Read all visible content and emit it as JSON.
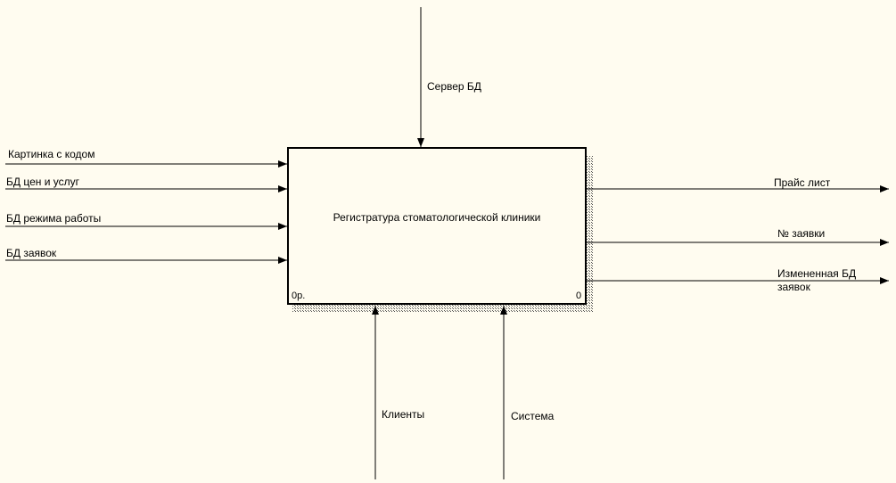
{
  "diagram": {
    "box": {
      "title": "Регистратура стоматологической клиники",
      "node_label": "0р.",
      "number": "0"
    },
    "inputs": [
      {
        "label": "Картинка с кодом"
      },
      {
        "label": "БД цен и услуг"
      },
      {
        "label": "БД режима работы"
      },
      {
        "label": "БД заявок"
      }
    ],
    "control": {
      "label": "Сервер БД"
    },
    "outputs": [
      {
        "label": "Прайс лист"
      },
      {
        "label": "№ заявки"
      },
      {
        "label_line1": "Измененная БД",
        "label_line2": "заявок"
      }
    ],
    "mechanisms": [
      {
        "label": "Клиенты"
      },
      {
        "label": "Система"
      }
    ]
  }
}
